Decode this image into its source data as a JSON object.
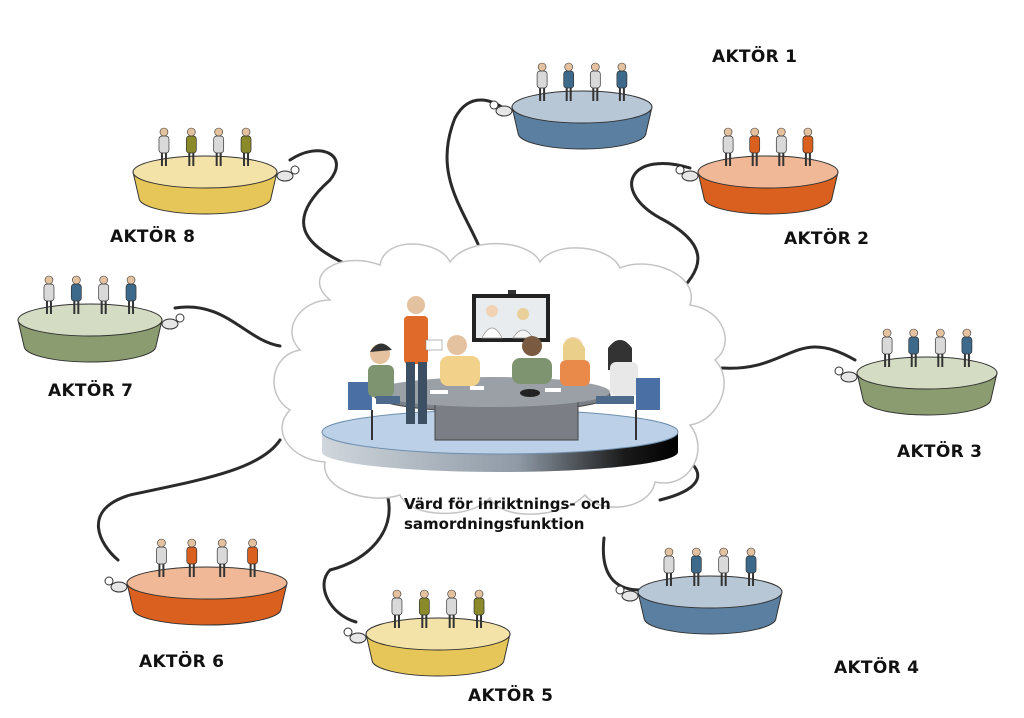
{
  "host": {
    "line1": "Värd för inriktnings- och",
    "line2": "samordningsfunktion"
  },
  "actors": [
    {
      "label": "AKTÖR 1",
      "color": "#5b7fa0",
      "top_color": "#b7c7d6",
      "figure_color": "#3d6a8a"
    },
    {
      "label": "AKTÖR 2",
      "color": "#d9601f",
      "top_color": "#f0b896",
      "figure_color": "#d9601f"
    },
    {
      "label": "AKTÖR 3",
      "color": "#8a9c70",
      "top_color": "#d4dcc4",
      "figure_color": "#3d6a8a"
    },
    {
      "label": "AKTÖR 4",
      "color": "#5b7fa0",
      "top_color": "#b7c7d6",
      "figure_color": "#3d6a8a"
    },
    {
      "label": "AKTÖR 5",
      "color": "#e6c658",
      "top_color": "#f3e3a8",
      "figure_color": "#8a8a2a"
    },
    {
      "label": "AKTÖR 6",
      "color": "#d9601f",
      "top_color": "#f0b896",
      "figure_color": "#d9601f"
    },
    {
      "label": "AKTÖR 7",
      "color": "#8a9c70",
      "top_color": "#d4dcc4",
      "figure_color": "#3d6a8a"
    },
    {
      "label": "AKTÖR 8",
      "color": "#e6c658",
      "top_color": "#f3e3a8",
      "figure_color": "#8a8a2a"
    }
  ],
  "icons": {
    "meeting": "meeting-table-icon",
    "screen": "video-conference-screen-icon",
    "cloud": "cloud-shape"
  }
}
